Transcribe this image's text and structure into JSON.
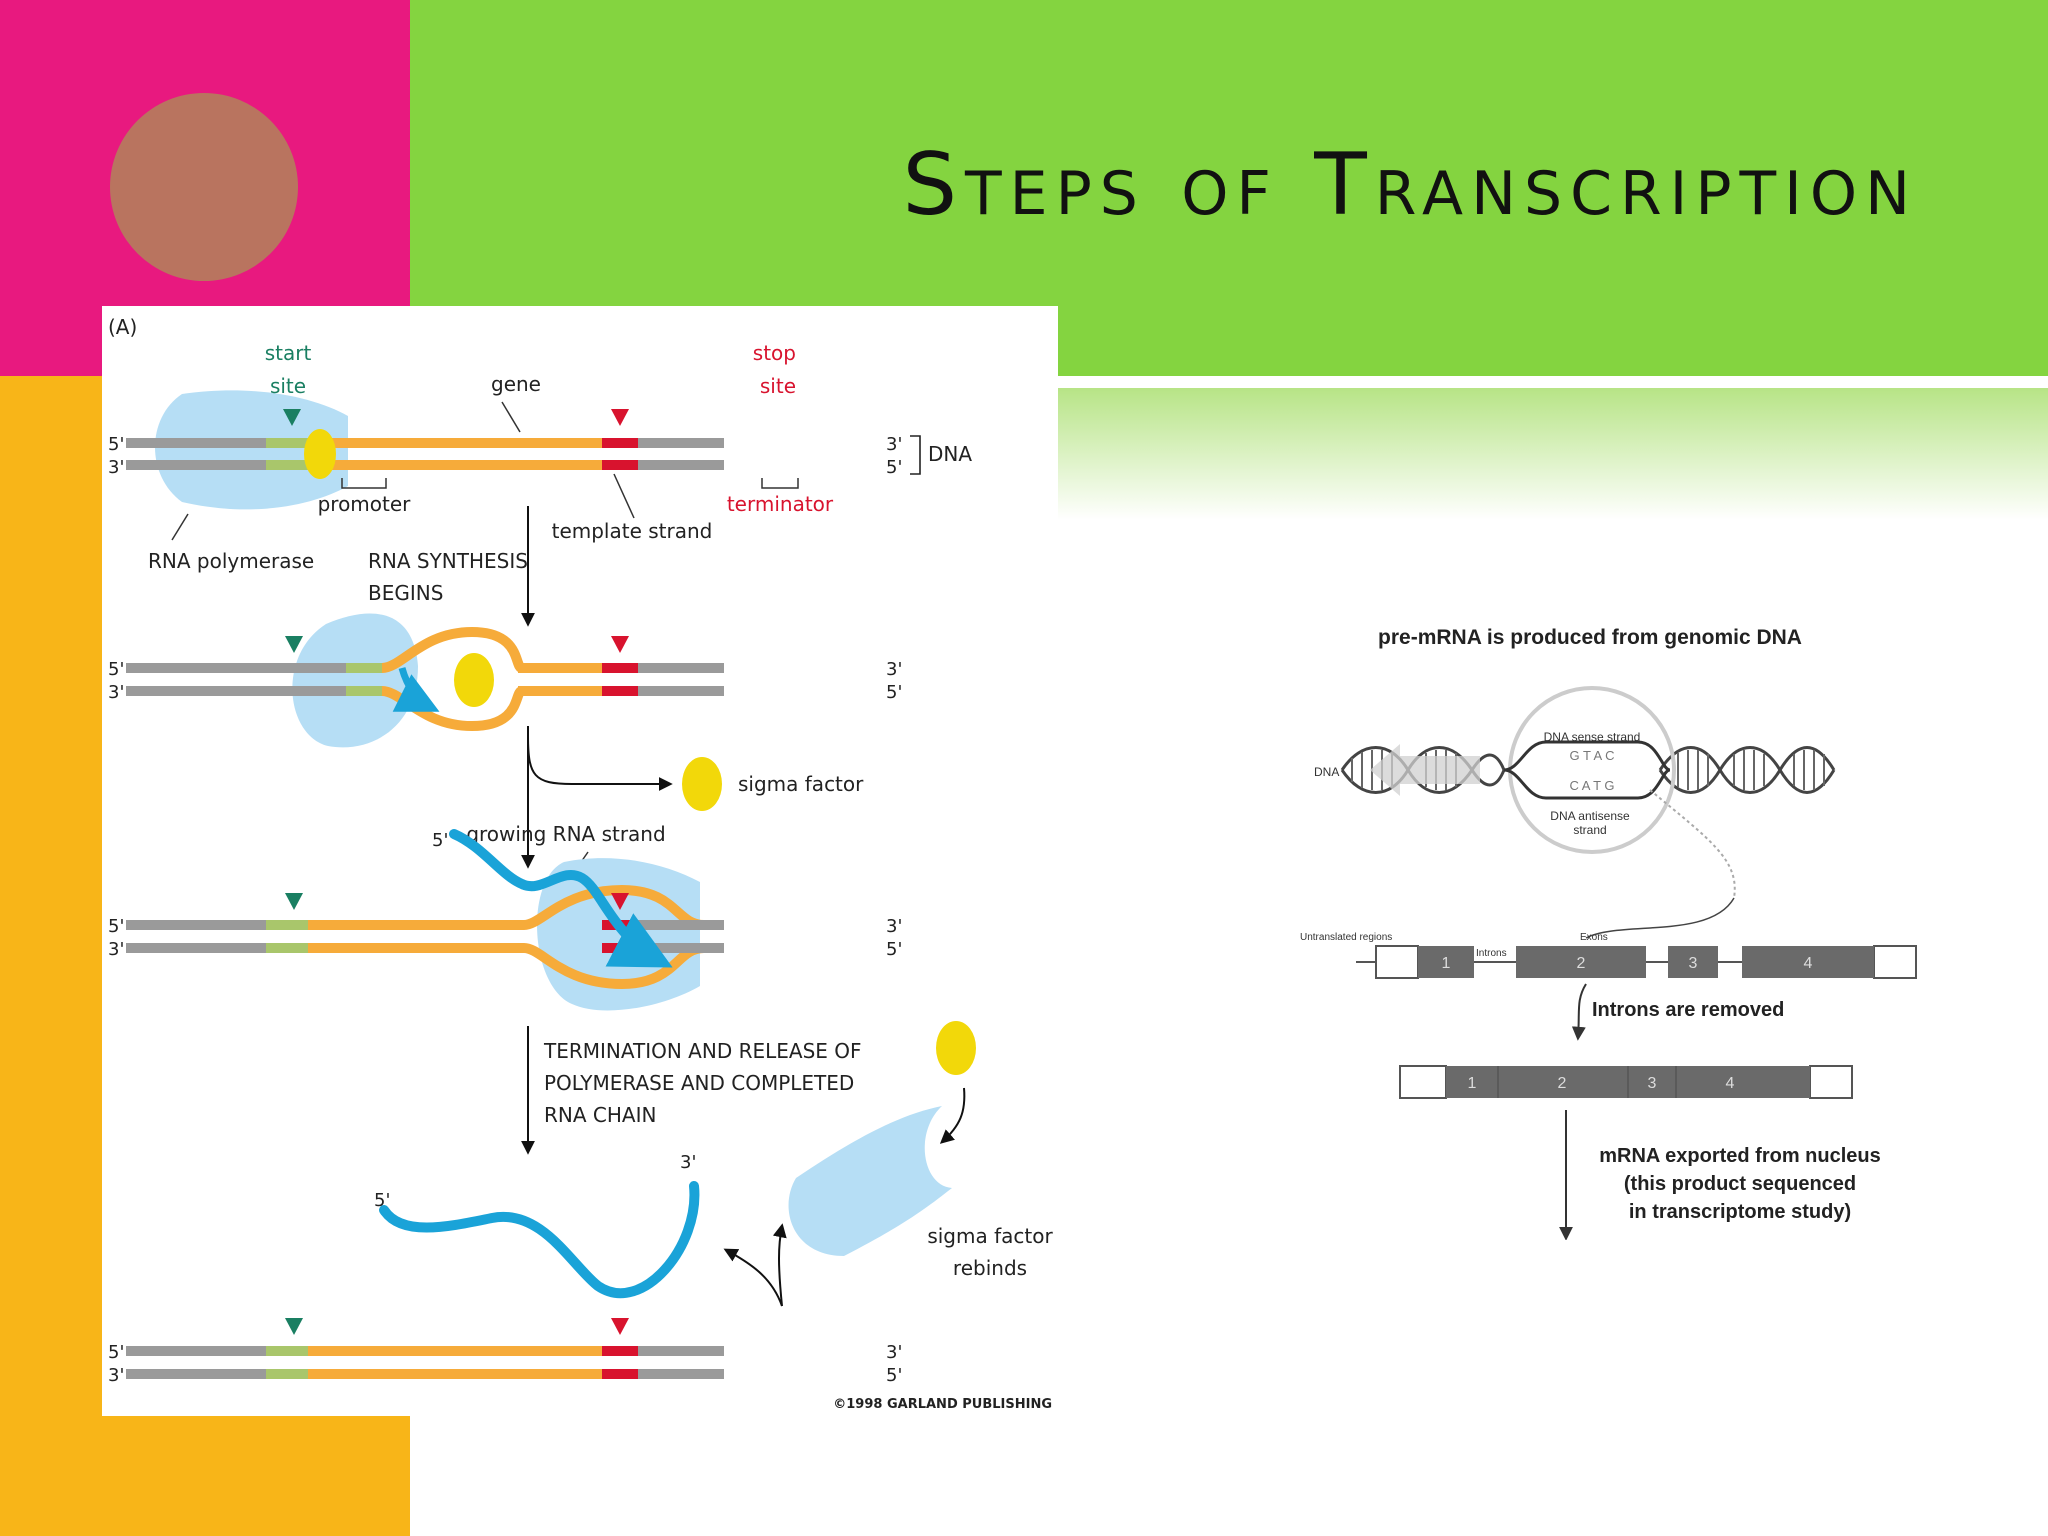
{
  "title": "Steps of Transcription",
  "colors": {
    "pink": "#e8197f",
    "orange": "#f8b518",
    "green": "#84d440",
    "circle": "#b9745f",
    "dna_gray": "#9a9a9a",
    "gene_orange": "#f6ab3a",
    "promoter_green": "#a9c66b",
    "terminator_red": "#d8132e",
    "start_marker": "#1a7f62",
    "polymerase_blue": "#b6def5",
    "rna_blue": "#1aa3d8",
    "sigma_yellow": "#f2d80a"
  },
  "panel_a": {
    "label": "(A)",
    "start_site": [
      "start",
      "site"
    ],
    "stop_site": [
      "stop",
      "site"
    ],
    "gene": "gene",
    "five_prime": "5'",
    "three_prime": "3'",
    "dna": "DNA",
    "promoter": "promoter",
    "template_strand": "template strand",
    "terminator": "terminator",
    "rna_polymerase": "RNA polymerase",
    "synthesis_begins": [
      "RNA SYNTHESIS",
      "BEGINS"
    ],
    "sigma_factor": "sigma factor",
    "growing_rna": "growing RNA strand",
    "termination": [
      "TERMINATION AND RELEASE OF",
      "POLYMERASE AND COMPLETED",
      "RNA CHAIN"
    ],
    "sigma_rebinds": [
      "sigma factor",
      "rebinds"
    ],
    "copyright": "©1998 GARLAND PUBLISHING"
  },
  "panel_b": {
    "heading": "pre-mRNA is produced from genomic DNA",
    "dna": "DNA",
    "sense_strand": "DNA sense strand",
    "sense_bases": "G T A C",
    "antisense_bases": "C A T G",
    "antisense_strand": [
      "DNA antisense",
      "strand"
    ],
    "untranslated": "Untranslated regions",
    "introns": "Introns",
    "exons": "Exons",
    "exon_numbers": [
      "1",
      "2",
      "3",
      "4"
    ],
    "introns_removed": "Introns  are removed",
    "mrna_exported": [
      "mRNA exported from nucleus",
      "(this product sequenced",
      "in transcriptome study)"
    ]
  }
}
